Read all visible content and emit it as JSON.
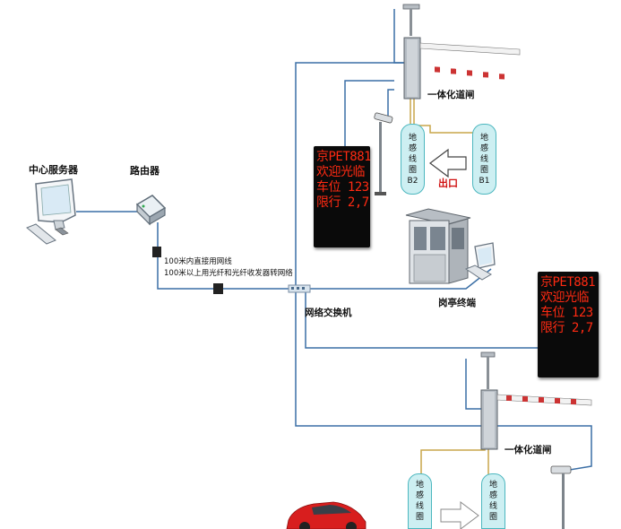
{
  "labels": {
    "server": "中心服务器",
    "router": "路由器",
    "note_line1": "100米内直接用网线",
    "note_line2": "100米以上用光纤和光纤收发器转网络",
    "switch": "网络交换机",
    "booth": "岗亭终端",
    "gate_top": "一体化道闸",
    "gate_bottom": "一体化道闸",
    "exit": "出口"
  },
  "loops_top": [
    {
      "chars": [
        "地",
        "感",
        "线",
        "圈"
      ],
      "id": "B2"
    },
    {
      "chars": [
        "地",
        "感",
        "线",
        "圈"
      ],
      "id": "B1"
    }
  ],
  "loops_bottom": [
    {
      "chars": [
        "地",
        "感",
        "线",
        "圈"
      ],
      "id": ""
    },
    {
      "chars": [
        "地",
        "感",
        "线",
        "圈"
      ],
      "id": ""
    }
  ],
  "display_top": {
    "lines": [
      "京PET881",
      "欢迎光临",
      "车位 123",
      "限行 2,7"
    ]
  },
  "display_right": {
    "lines": [
      "京PET881",
      "欢迎光临",
      "车位 123",
      "限行 2,7"
    ]
  },
  "colors": {
    "network_line": "#3a6ea5",
    "loop_wire": "#c8a64a",
    "led_text": "#ff2a12",
    "car": "#d81e1e",
    "barrier": "#cc3333",
    "exit_text": "#d01010"
  }
}
